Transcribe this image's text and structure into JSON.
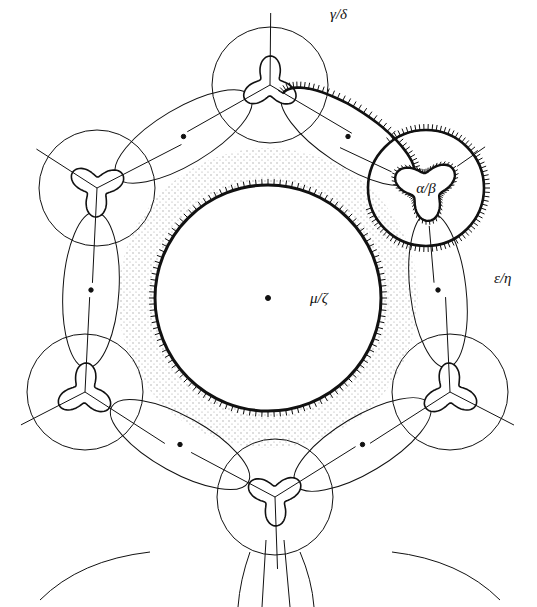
{
  "diagram": {
    "nodes": [
      {
        "text": [
          "μ/ζ"
        ]
      },
      {
        "text": [
          "α/β"
        ]
      }
    ],
    "labels": [
      "γ/δ",
      "ε/η"
    ]
  }
}
